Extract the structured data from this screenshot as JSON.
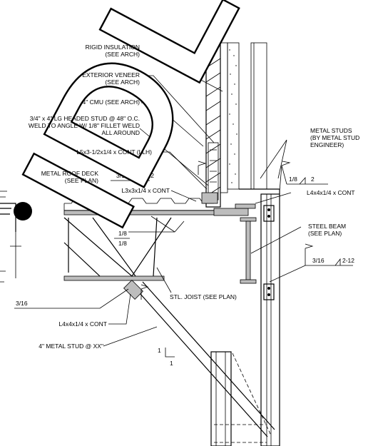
{
  "labels": {
    "rigid_insulation": [
      "RIGID INSULATION",
      "(SEE ARCH)"
    ],
    "exterior_veneer": [
      "EXTERIOR VENEER",
      "(SEE ARCH)"
    ],
    "cmu": "4\" CMU (SEE ARCH)",
    "headed_stud": [
      "3/4\" x 4\" LG HEADED STUD @ 48\" O.C.",
      "WELD TO ANGLE W/ 1/8\" FILLET WELD",
      "ALL AROUND"
    ],
    "l5_angle": "L5x3-1/2x1/4 x CONT (LLH)",
    "metal_roof_deck": [
      "METAL ROOF DECK",
      "(SEE PLAN)"
    ],
    "l3_angle": "L3x3x1/4 x CONT",
    "metal_studs": [
      "METAL STUDS",
      "(BY METAL STUD",
      "ENGINEER)"
    ],
    "l4_angle_right": "L4x4x1/4 x CONT",
    "steel_beam": [
      "STEEL BEAM",
      "(SEE PLAN)"
    ],
    "stl_joist": "STL. JOIST (SEE PLAN)",
    "l4_angle_left": "L4x4x1/4 x CONT",
    "metal_stud_xx": "4\" METAL STUD @ XX\""
  },
  "welds": {
    "w1": {
      "size": "3/16",
      "length": "2-12"
    },
    "w2": {
      "size": "1/8",
      "length": "2"
    },
    "w3": {
      "size": "1/8",
      "length": ""
    },
    "w3b": {
      "size": "1/8",
      "length": ""
    },
    "w4": {
      "size": "3/16",
      "length": "2-12"
    },
    "w5": {
      "size": "3/16",
      "length": ""
    }
  },
  "slope": {
    "rise": "1",
    "run": "1"
  },
  "watermark": "IDLE"
}
